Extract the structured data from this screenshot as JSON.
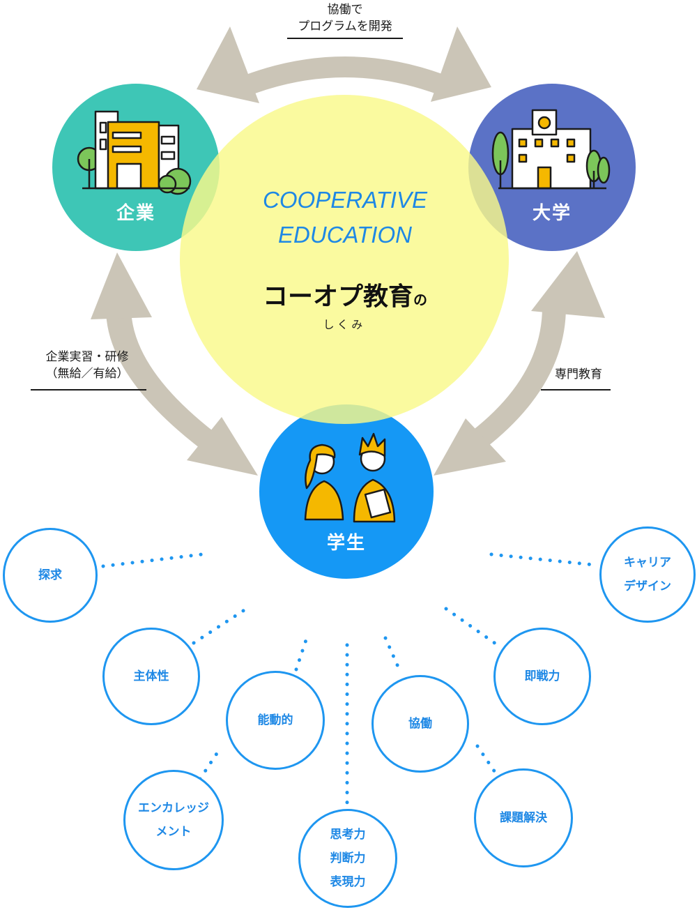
{
  "arrows": {
    "top_label": "協働で\nプログラムを開発",
    "left_label": "企業実習・研修\n（無給／有給）",
    "right_label": "専門教育"
  },
  "nodes": {
    "company": "企業",
    "university": "大学",
    "student": "学生"
  },
  "center": {
    "en_line1": "COOPERATIVE",
    "en_line2": "EDUCATION",
    "title": "コーオプ教育",
    "title_suffix": "の",
    "subtitle": "しくみ"
  },
  "skills": [
    "探求",
    "キャリア\nデザイン",
    "主体性",
    "能動的",
    "協働",
    "即戦力",
    "エンカレッジ\nメント",
    "思考力\n判断力\n表現力",
    "課題解決"
  ],
  "colors": {
    "arrow": "#cbc5b7",
    "company": "#3ec6b6",
    "university": "#5b72c6",
    "student": "#1598f5",
    "center": "#f9f98a",
    "skill_border": "#1e96f0"
  }
}
